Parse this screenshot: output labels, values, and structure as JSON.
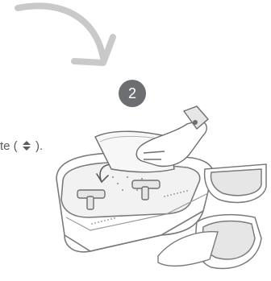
{
  "step": {
    "number": "2"
  },
  "caption": {
    "text_before": "te (",
    "symbol_icon": "up-down-triangle-icon",
    "text_after": ")."
  },
  "illustration": {
    "subject": "cleaning-pad-placement",
    "colors": {
      "arrow": "#c9c9c9",
      "outline": "#7a7a7a",
      "fill_light": "#f2f2f2",
      "fill_mid": "#e6e6e6",
      "badge": "#6d6e71"
    }
  }
}
